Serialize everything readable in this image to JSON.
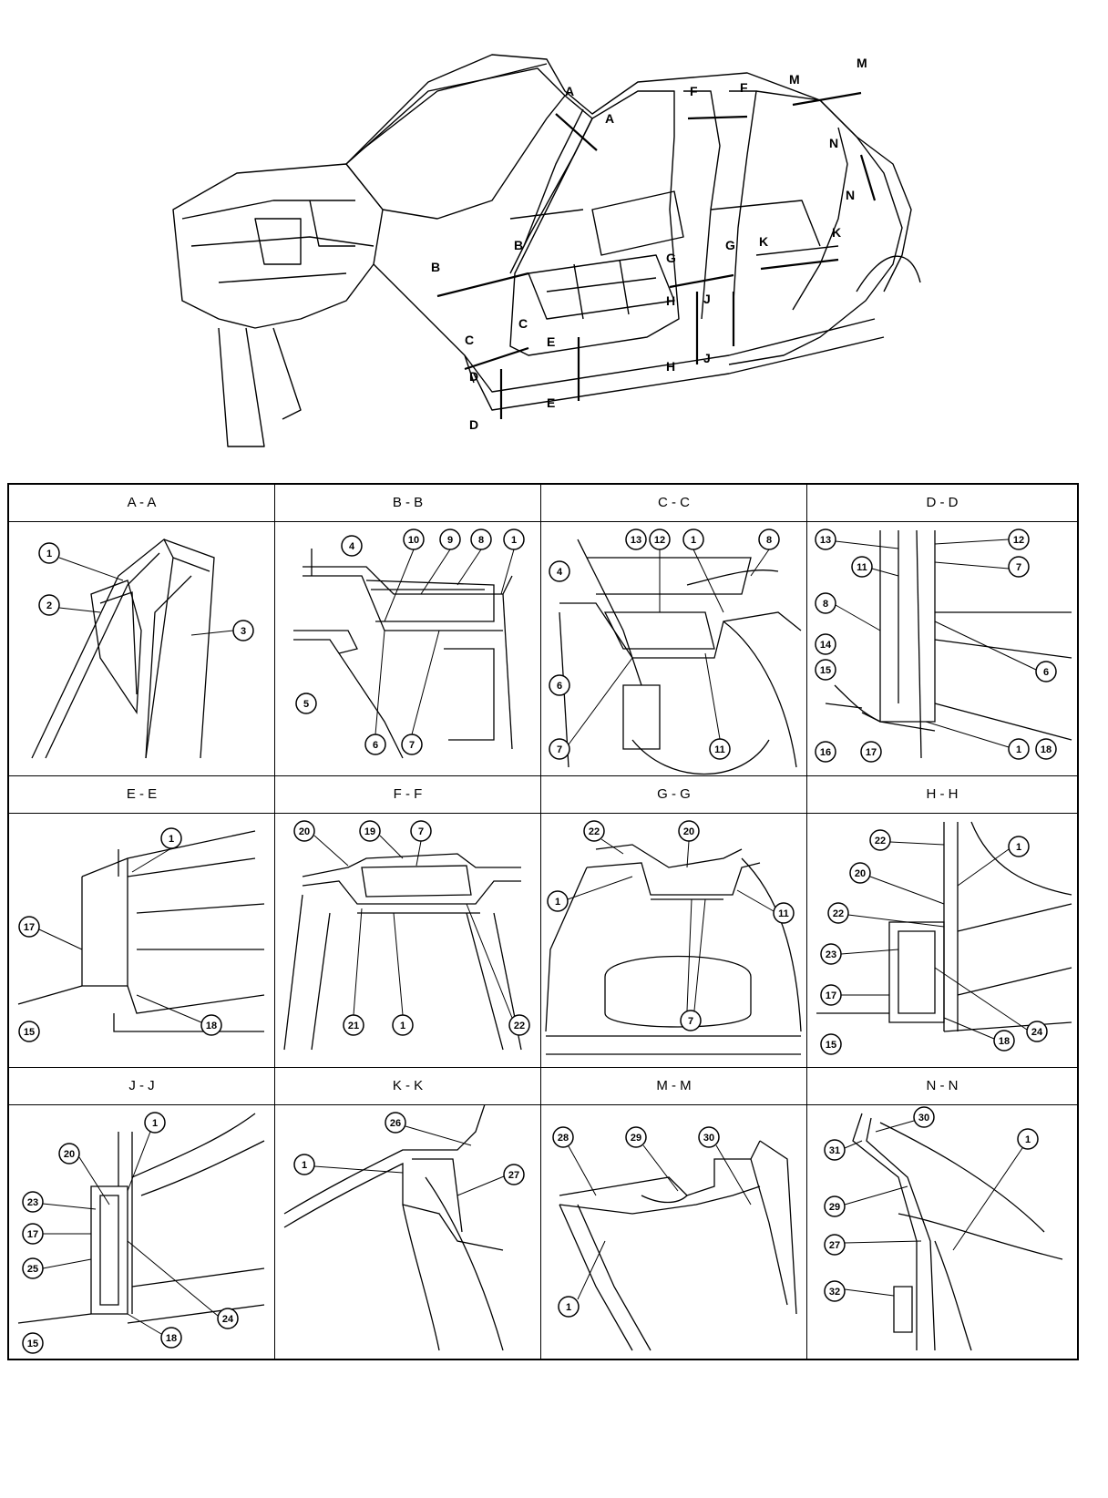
{
  "illustration": {
    "markers": [
      "A",
      "A",
      "B",
      "B",
      "C",
      "C",
      "D",
      "D",
      "E",
      "E",
      "F",
      "F",
      "G",
      "G",
      "H",
      "H",
      "J",
      "J",
      "K",
      "K",
      "M",
      "M",
      "N",
      "N"
    ]
  },
  "sections": [
    {
      "title": "A - A",
      "callouts": [
        "1",
        "2",
        "3"
      ]
    },
    {
      "title": "B - B",
      "callouts": [
        "4",
        "10",
        "9",
        "8",
        "1",
        "5",
        "6",
        "7"
      ]
    },
    {
      "title": "C - C",
      "callouts": [
        "4",
        "13",
        "12",
        "1",
        "8",
        "6",
        "7",
        "11"
      ]
    },
    {
      "title": "D - D",
      "callouts": [
        "13",
        "12",
        "11",
        "7",
        "8",
        "14",
        "15",
        "6",
        "16",
        "17",
        "1",
        "18"
      ]
    },
    {
      "title": "E - E",
      "callouts": [
        "1",
        "17",
        "15",
        "18"
      ]
    },
    {
      "title": "F - F",
      "callouts": [
        "20",
        "19",
        "7",
        "21",
        "1",
        "22"
      ]
    },
    {
      "title": "G - G",
      "callouts": [
        "22",
        "20",
        "1",
        "11",
        "7"
      ]
    },
    {
      "title": "H - H",
      "callouts": [
        "22",
        "1",
        "20",
        "22",
        "23",
        "17",
        "15",
        "18",
        "24"
      ]
    },
    {
      "title": "J - J",
      "callouts": [
        "1",
        "20",
        "23",
        "17",
        "25",
        "15",
        "18",
        "24"
      ]
    },
    {
      "title": "K - K",
      "callouts": [
        "26",
        "1",
        "27"
      ]
    },
    {
      "title": "M - M",
      "callouts": [
        "28",
        "29",
        "30",
        "1"
      ]
    },
    {
      "title": "N - N",
      "callouts": [
        "30",
        "31",
        "29",
        "1",
        "27",
        "32"
      ]
    }
  ]
}
